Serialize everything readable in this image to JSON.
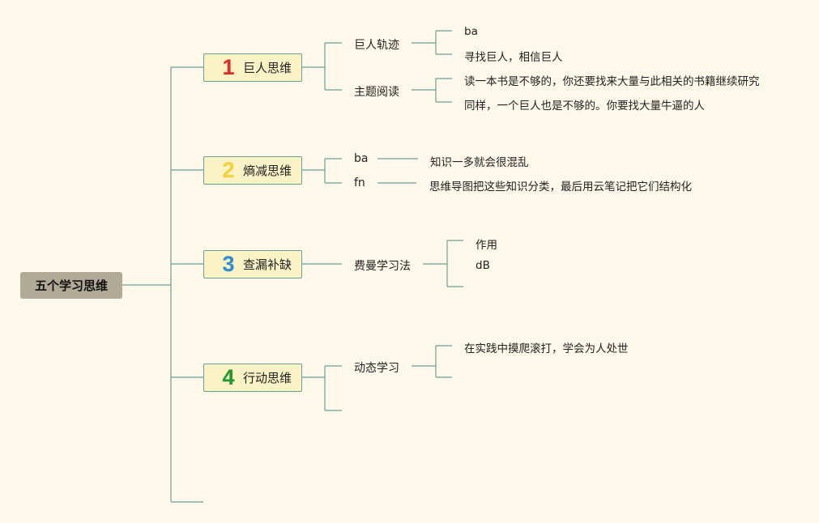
{
  "root": {
    "label": "五个学习思维"
  },
  "branches": [
    {
      "number": "1",
      "number_color": "#e02a2a",
      "label": "巨人思维",
      "children": [
        {
          "label": "巨人轨迹",
          "leaves": [
            "ba",
            "寻找巨人，相信巨人"
          ]
        },
        {
          "label": "主题阅读",
          "leaves": [
            "读一本书是不够的，你还要找来大量与此相关的书籍继续研究",
            "同样，一个巨人也是不够的。你要找大量牛逼的人"
          ]
        }
      ]
    },
    {
      "number": "2",
      "number_color": "#f3d23a",
      "label": "熵减思维",
      "children": [
        {
          "label": "ba",
          "leaves": [
            "知识一多就会很混乱"
          ]
        },
        {
          "label": "fn",
          "leaves": [
            "思维导图把这些知识分类，最后用云笔记把它们结构化"
          ]
        }
      ]
    },
    {
      "number": "3",
      "number_color": "#2c8fd6",
      "label": "查漏补缺",
      "children": [
        {
          "label": "费曼学习法",
          "leaves": [
            "作用",
            "dB",
            ""
          ]
        }
      ]
    },
    {
      "number": "4",
      "number_color": "#1f9a2c",
      "label": "行动思维",
      "children": [
        {
          "label": "动态学习",
          "leaves": [
            "在实践中摸爬滚打，学会为人处世",
            ""
          ]
        },
        {
          "label": "",
          "leaves": []
        }
      ]
    },
    {
      "number": "",
      "label": "",
      "children": []
    }
  ],
  "colors": {
    "background": "#fdf8ea",
    "line": "#6aa092",
    "root_fill": "#b1aa96",
    "main_fill": "#fbf2c6"
  }
}
